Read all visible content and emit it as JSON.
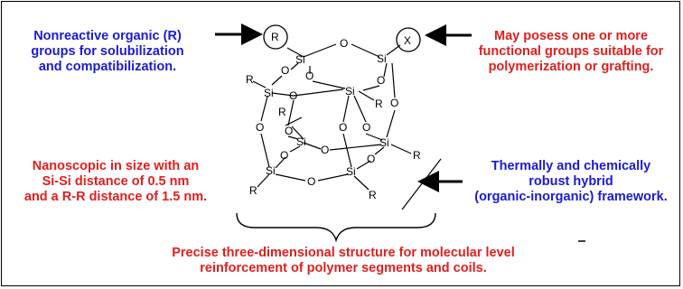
{
  "captions": {
    "top_left": [
      "Nonreactive organic (R)",
      "groups for solubilization",
      "and compatibilization."
    ],
    "top_right": [
      "May posess one or more",
      "functional groups suitable for",
      "polymerization or grafting."
    ],
    "mid_left": [
      "Nanoscopic in size with an",
      "Si-Si distance of 0.5 nm",
      "and a R-R distance of 1.5 nm."
    ],
    "mid_right": [
      "Thermally and chemically",
      "robust hybrid",
      "(organic-inorganic) framework."
    ],
    "bottom": [
      "Precise three-dimensional structure for molecular level",
      "reinforcement of polymer segments and coils."
    ]
  },
  "molecule": {
    "si": "Si",
    "o": "O",
    "r": "R",
    "x": "X"
  },
  "colors": {
    "blue": "#1a1ad6",
    "red": "#e01e1e",
    "line": "#000000"
  }
}
